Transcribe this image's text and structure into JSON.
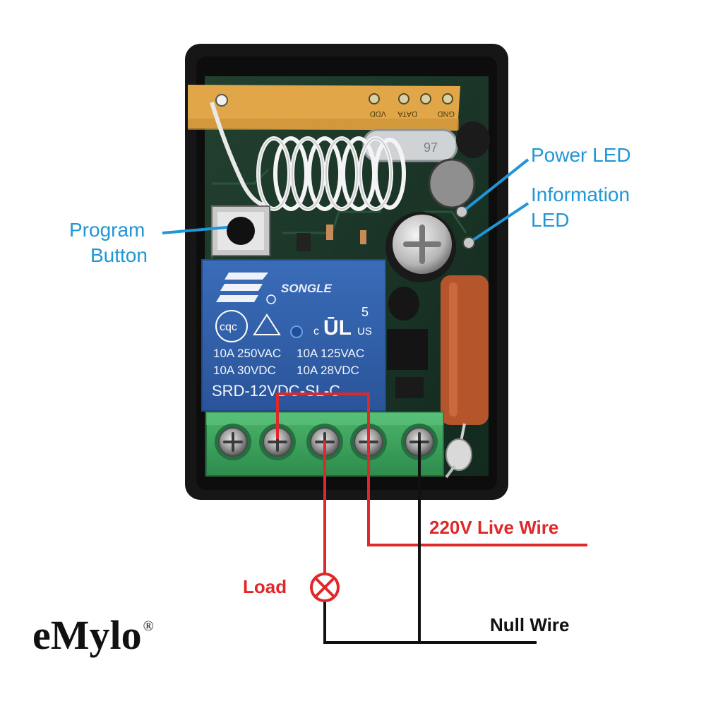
{
  "labels": {
    "program_line1": "Program",
    "program_line2": "Button",
    "power_led": "Power LED",
    "info_line1": "Information",
    "info_line2": "LED",
    "live_wire": "220V Live Wire",
    "load": "Load",
    "null_wire": "Null Wire"
  },
  "brand": {
    "name": "eMylo",
    "mark": "®"
  },
  "module": {
    "pins": [
      "VDD",
      "DATA",
      "GND"
    ],
    "crystal": "97"
  },
  "relay": {
    "brand": "SONGLE",
    "cert_number": "5",
    "cert_cqc": "cqc",
    "cert_us": "US",
    "cert_c": "c",
    "row1_left": "10A 250VAC",
    "row1_right": "10A 125VAC",
    "row2_left": "10A 30VDC",
    "row2_right": "10A 28VDC",
    "model": "SRD-12VDC-SL-C"
  },
  "colors": {
    "callout_blue": "#2196d6",
    "live_red": "#e0282a",
    "relay_blue": "#2f5faa",
    "terminal_green": "#3aa35c",
    "pcb_green": "#1d3b2c",
    "case_black": "#161616"
  }
}
